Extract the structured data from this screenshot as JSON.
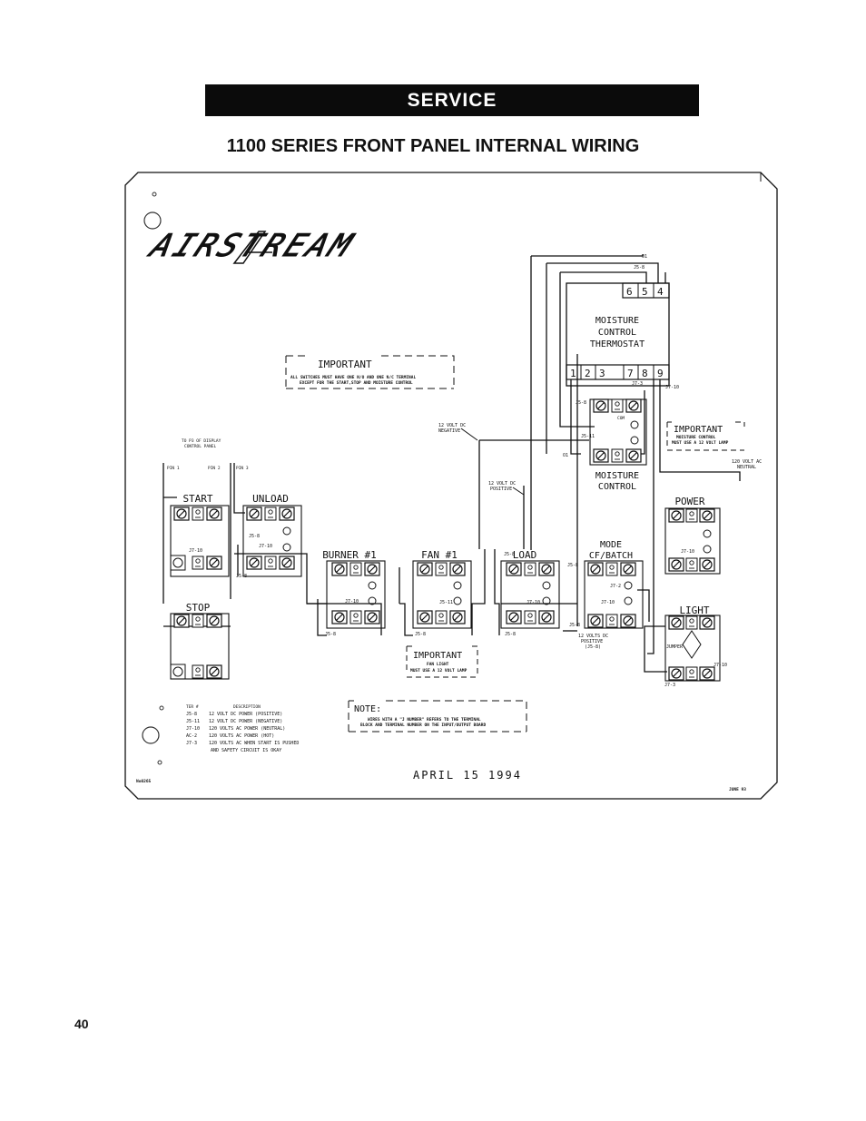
{
  "banner": {
    "title": "SERVICE"
  },
  "heading": {
    "title": "1100 SERIES FRONT PANEL INTERNAL WIRING"
  },
  "page": {
    "number": "40"
  },
  "diagram": {
    "logo": "AIRSTREAM",
    "date": "APRIL 15 1994",
    "corner_left": "No0265",
    "corner_right": "JUNE 93",
    "display_note": [
      "TO P3 OF DISPLAY",
      "CONTROL PANEL"
    ],
    "pins": [
      "PIN 1",
      "PIN 2",
      "PIN 3"
    ],
    "important_top": {
      "title": "IMPORTANT",
      "lines": [
        "ALL SWITCHES MUST HAVE ONE N/O AND ONE N/C TERMINAL",
        "EXCEPT FOR THE START,STOP AND MOISTURE CONTROL"
      ]
    },
    "important_right": {
      "title": "IMPORTANT",
      "lines": [
        "MOISTURE CONTROL",
        "MUST USE A 12 VOLT LAMP"
      ]
    },
    "important_bottom": {
      "title": "IMPORTANT",
      "lines": [
        "FAN LIGHT",
        "MUST USE A 12 VOLT LAMP"
      ]
    },
    "note": {
      "title": "NOTE:",
      "lines": [
        "WIRES WITH A \"J NUMBER\" REFERS TO THE TERMINAL",
        "BLOCK AND TERMINAL NUMBER ON THE INPUT/OUTPUT BOARD"
      ]
    },
    "thermostat": {
      "label": [
        "MOISTURE",
        "CONTROL",
        "THERMOSTAT"
      ],
      "top_terminals": [
        "6",
        "5",
        "4"
      ],
      "bottom_terminals": [
        "1",
        "2",
        "3",
        "7",
        "8",
        "9"
      ]
    },
    "switches": {
      "start": "START",
      "stop": "STOP",
      "unload": "UNLOAD",
      "burner": "BURNER #1",
      "fan": "FAN #1",
      "load": "LOAD",
      "mode": [
        "MODE",
        "CF/BATCH"
      ],
      "moisture": [
        "MOISTURE",
        "CONTROL"
      ],
      "power": "POWER",
      "light": "LIGHT"
    },
    "callouts": {
      "neg12": [
        "12 VOLT DC",
        "NEGATIVE"
      ],
      "pos12": [
        "12 VOLT DC",
        "POSITIVE"
      ],
      "neutral": [
        "120 VOLT AC",
        "NEUTRAL"
      ],
      "pos12b": [
        "12 VOLTS DC",
        "POSITIVE",
        "(J5-8)"
      ],
      "jumper": "JUMPER"
    },
    "wire_tags": {
      "j5_8": "J5-8",
      "j5_11": "J5-11",
      "j7_10": "J7-10",
      "j7_3": "J7-3",
      "ac2": "AC-2",
      "j7_2": "J7-2",
      "o1": "O1",
      "comm": "COM"
    },
    "legend": {
      "headers": [
        "TER #",
        "DESCRIPTION"
      ],
      "rows": [
        [
          "J5-8",
          "12 VOLT DC POWER (POSITIVE)"
        ],
        [
          "J5-11",
          "12 VOLT DC POWER (NEGATIVE)"
        ],
        [
          "J7-10",
          "120 VOLTS AC POWER (NEUTRAL)"
        ],
        [
          "AC-2",
          "120 VOLTS AC POWER (HOT)"
        ],
        [
          "J7-3",
          "120 VOLTS AC WHEN START IS PUSHED"
        ],
        [
          "",
          "AND SAFETY CIRCUIT IS OKAY"
        ]
      ]
    }
  }
}
